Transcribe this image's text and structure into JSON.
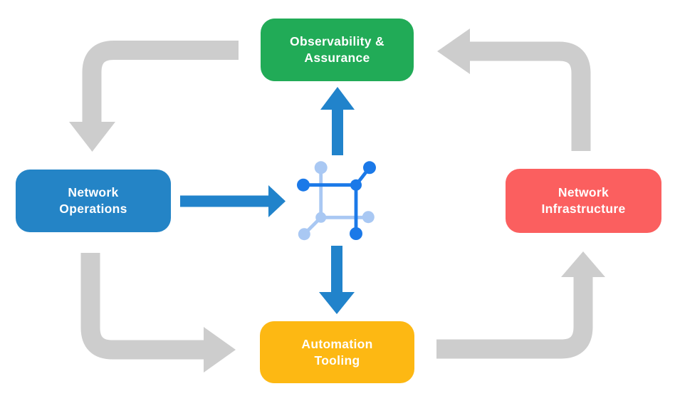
{
  "canvas": {
    "background": "#ffffff"
  },
  "diagram": {
    "nodes": [
      {
        "id": "observability-assurance",
        "lines": [
          "Observability &",
          "Assurance"
        ],
        "color": "#21ab57"
      },
      {
        "id": "network-operations",
        "lines": [
          "Network",
          "Operations"
        ],
        "color": "#2484c6"
      },
      {
        "id": "network-infrastructure",
        "lines": [
          "Network",
          "Infrastructure"
        ],
        "color": "#fb5f5f"
      },
      {
        "id": "automation-tooling",
        "lines": [
          "Automation",
          "Tooling"
        ],
        "color": "#fdb813"
      }
    ],
    "colors": {
      "cycle_arrow": "#cdcdcd",
      "flow_arrow": "#2183cb",
      "icon_dark": "#1b79e8",
      "icon_light": "#a9c8f3",
      "label_text": "#ffffff"
    },
    "center_icon": "network-mesh-icon"
  }
}
